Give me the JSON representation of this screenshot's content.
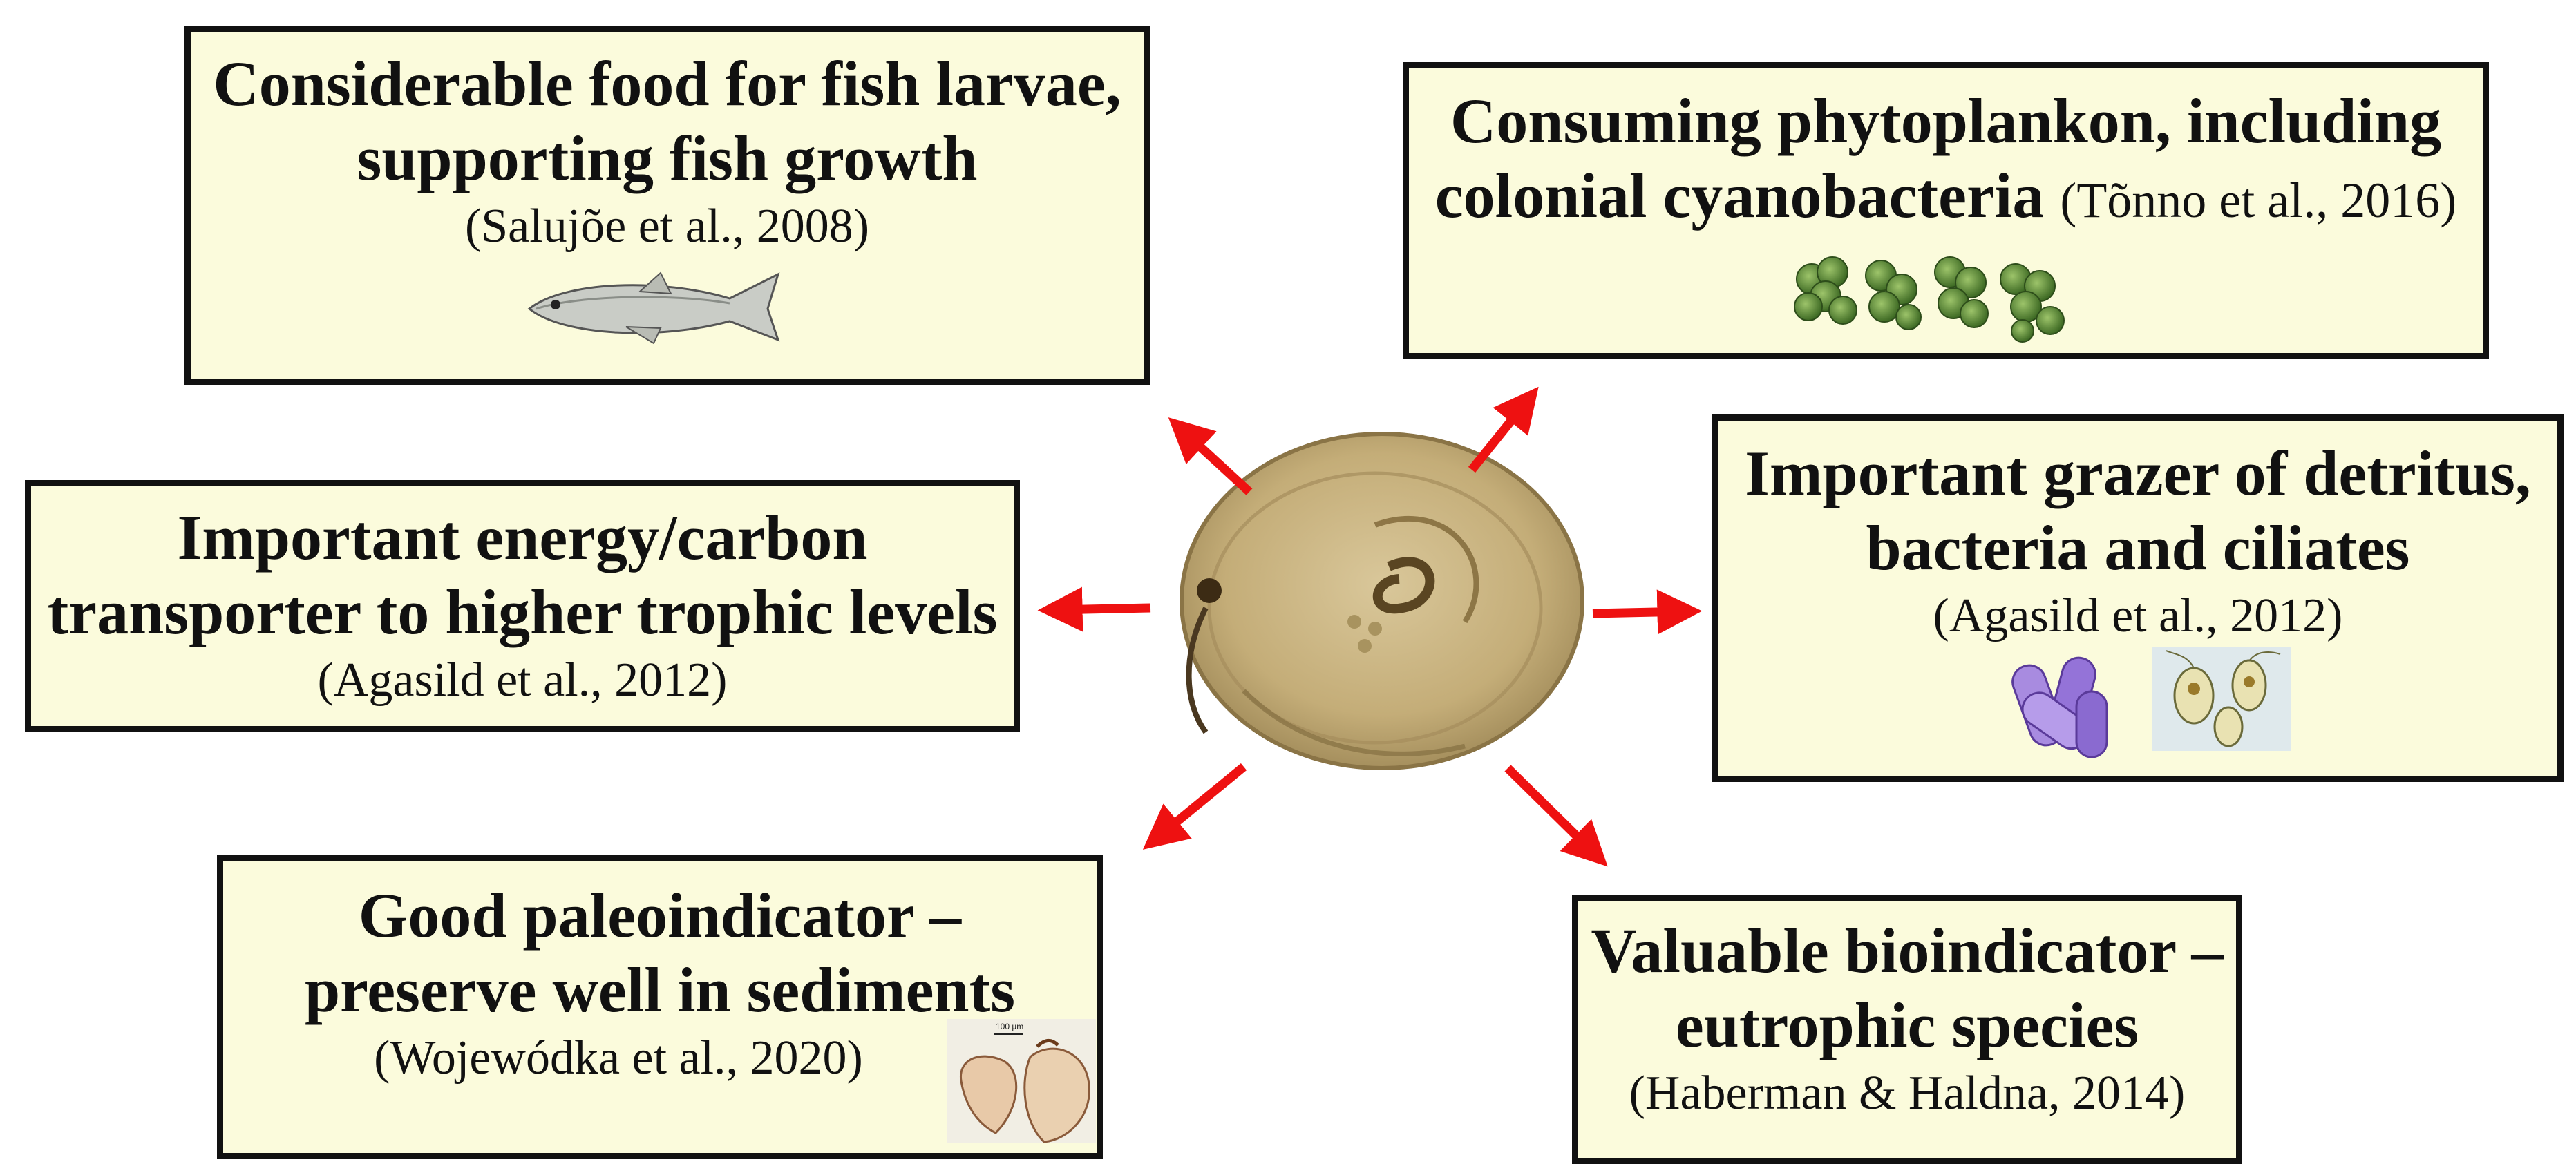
{
  "boxes": {
    "fish": {
      "line1": "Considerable food for fish larvae,",
      "line2": "supporting fish growth",
      "ref": "(Salujõe et al., 2008)"
    },
    "phyto": {
      "line1": "Consuming phytoplankon, including",
      "line2": "colonial cyanobacteria",
      "ref": "(Tõnno et al., 2016)"
    },
    "energy": {
      "line1": "Important energy/carbon",
      "line2": "transporter to higher trophic levels",
      "ref": "(Agasild et al., 2012)"
    },
    "grazer": {
      "line1": "Important grazer of detritus,",
      "line2": "bacteria and ciliates",
      "ref": "(Agasild et al., 2012)"
    },
    "paleo": {
      "line1": "Good paleoindicator –",
      "line2": "preserve well in sediments",
      "ref": "(Wojewódka et al., 2020)"
    },
    "bio": {
      "line1": "Valuable bioindicator –",
      "line2": "eutrophic species",
      "ref": "(Haberman & Haldna, 2014)"
    },
    "scale_bar_text": "100 µm"
  },
  "icons": [
    "fish-image",
    "cyanobacteria-colony-image",
    "bacteria-image",
    "ciliate-image",
    "sediment-shell-image",
    "zooplankton-center-image",
    "arrow-icon"
  ],
  "colors": {
    "box_fill": "#fbfbdc",
    "border": "#111111",
    "arrow": "#ee1111"
  }
}
